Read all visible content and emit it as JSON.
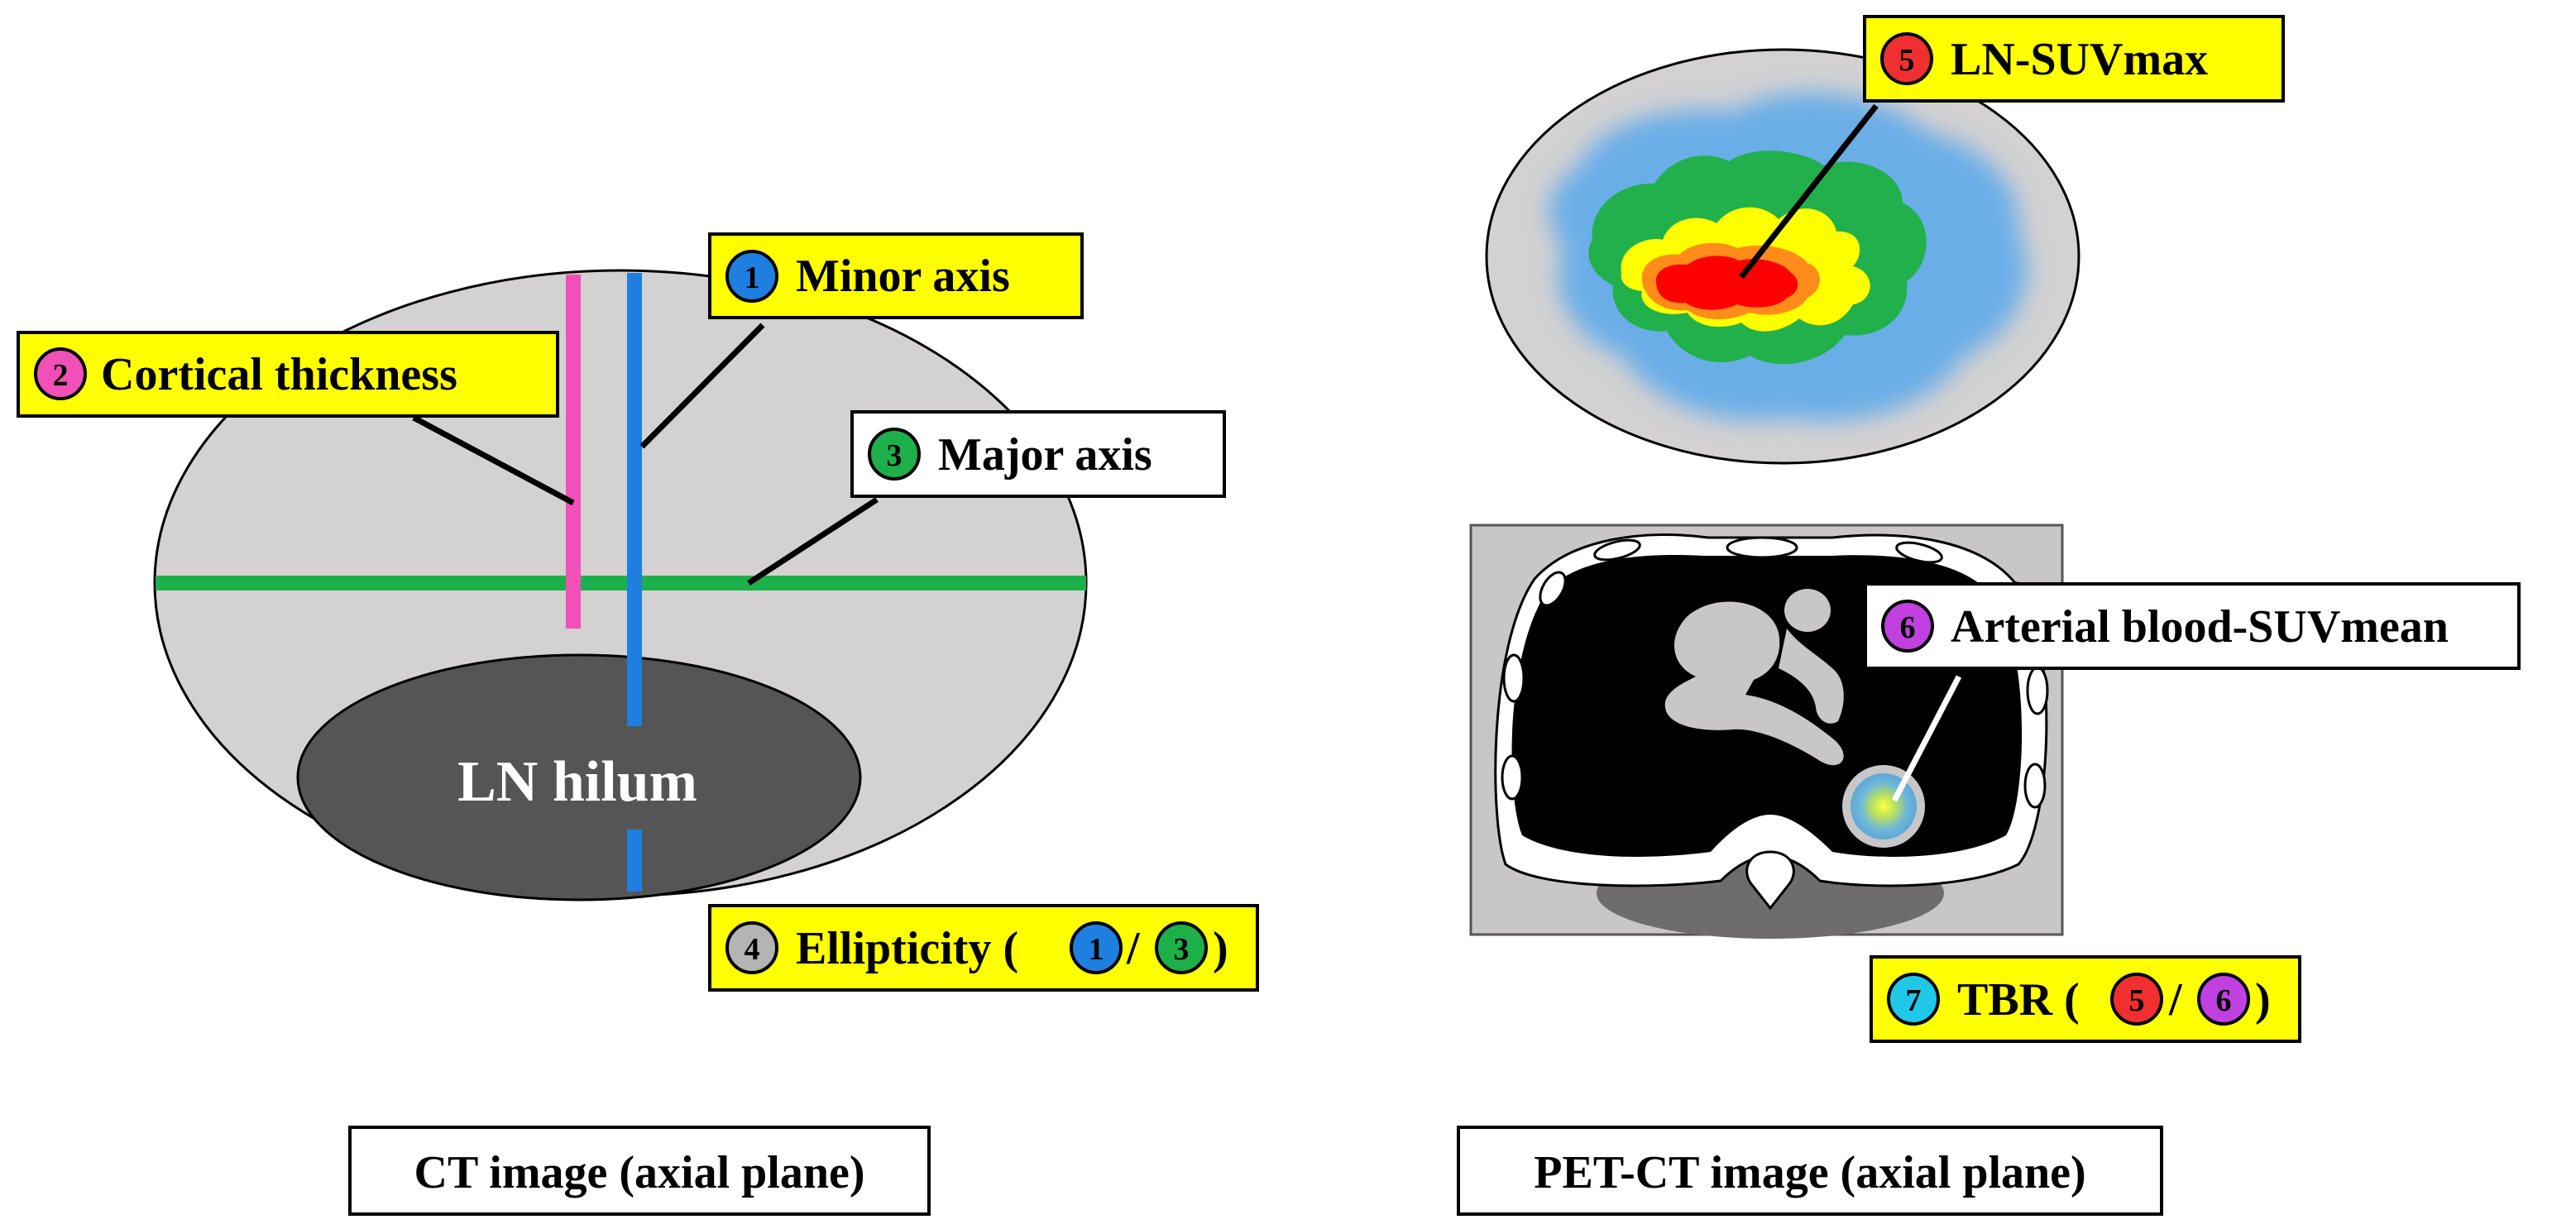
{
  "ct_panel": {
    "caption": "CT image (axial plane)",
    "hilum_label": "LN hilum",
    "labels": {
      "minor_axis": {
        "num": "1",
        "text": "Minor axis"
      },
      "cortical_thickness": {
        "num": "2",
        "text": "Cortical thickness"
      },
      "major_axis": {
        "num": "3",
        "text": "Major axis"
      },
      "ellipticity": {
        "num": "4",
        "text": "Ellipticity (",
        "ref1": "1",
        "sep": "/",
        "ref2": "3",
        "close": ")"
      }
    }
  },
  "pet_panel": {
    "caption": "PET-CT image (axial plane)",
    "labels": {
      "ln_suvmax": {
        "num": "5",
        "text": "LN-SUVmax"
      },
      "arterial_blood": {
        "num": "6",
        "text": "Arterial blood-SUVmean"
      },
      "tbr": {
        "num": "7",
        "text": "TBR (",
        "ref1": "5",
        "sep": "/",
        "ref2": "6",
        "close": ")"
      }
    }
  },
  "colors": {
    "label_box": "#ffff00",
    "minor_axis": "#1e7fe0",
    "cortical": "#f050b8",
    "major_axis": "#1db04a",
    "ellipticity": "#b4b4b4",
    "suvmax": "#f03030",
    "blood": "#c040e0",
    "tbr": "#20c8e8",
    "node": "#d3d1d2",
    "hilum": "#555555"
  }
}
